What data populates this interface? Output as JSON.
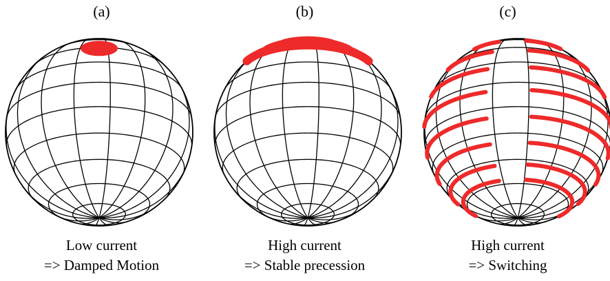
{
  "panels": [
    {
      "label": "(a)",
      "caption_line1": "Low current",
      "caption_line2": "=> Damped Motion",
      "mode": "damped"
    },
    {
      "label": "(b)",
      "caption_line1": "High current",
      "caption_line2": "=> Stable precession",
      "mode": "precession"
    },
    {
      "label": "(c)",
      "caption_line1": "High current",
      "caption_line2": "=> Switching",
      "mode": "switching"
    }
  ],
  "colors": {
    "grid": "#000000",
    "trajectory": "#ee2a2a"
  }
}
